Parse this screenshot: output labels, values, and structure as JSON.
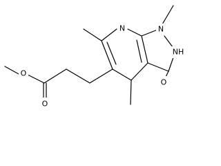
{
  "molecule": {
    "atoms": {
      "n_pyridine": "N",
      "n1": "N",
      "nh": "NH",
      "o_keto": "O",
      "o_ether": "O",
      "o_carbonyl": "O"
    }
  },
  "colors": {
    "bond": "#000000",
    "background": "#ffffff"
  }
}
